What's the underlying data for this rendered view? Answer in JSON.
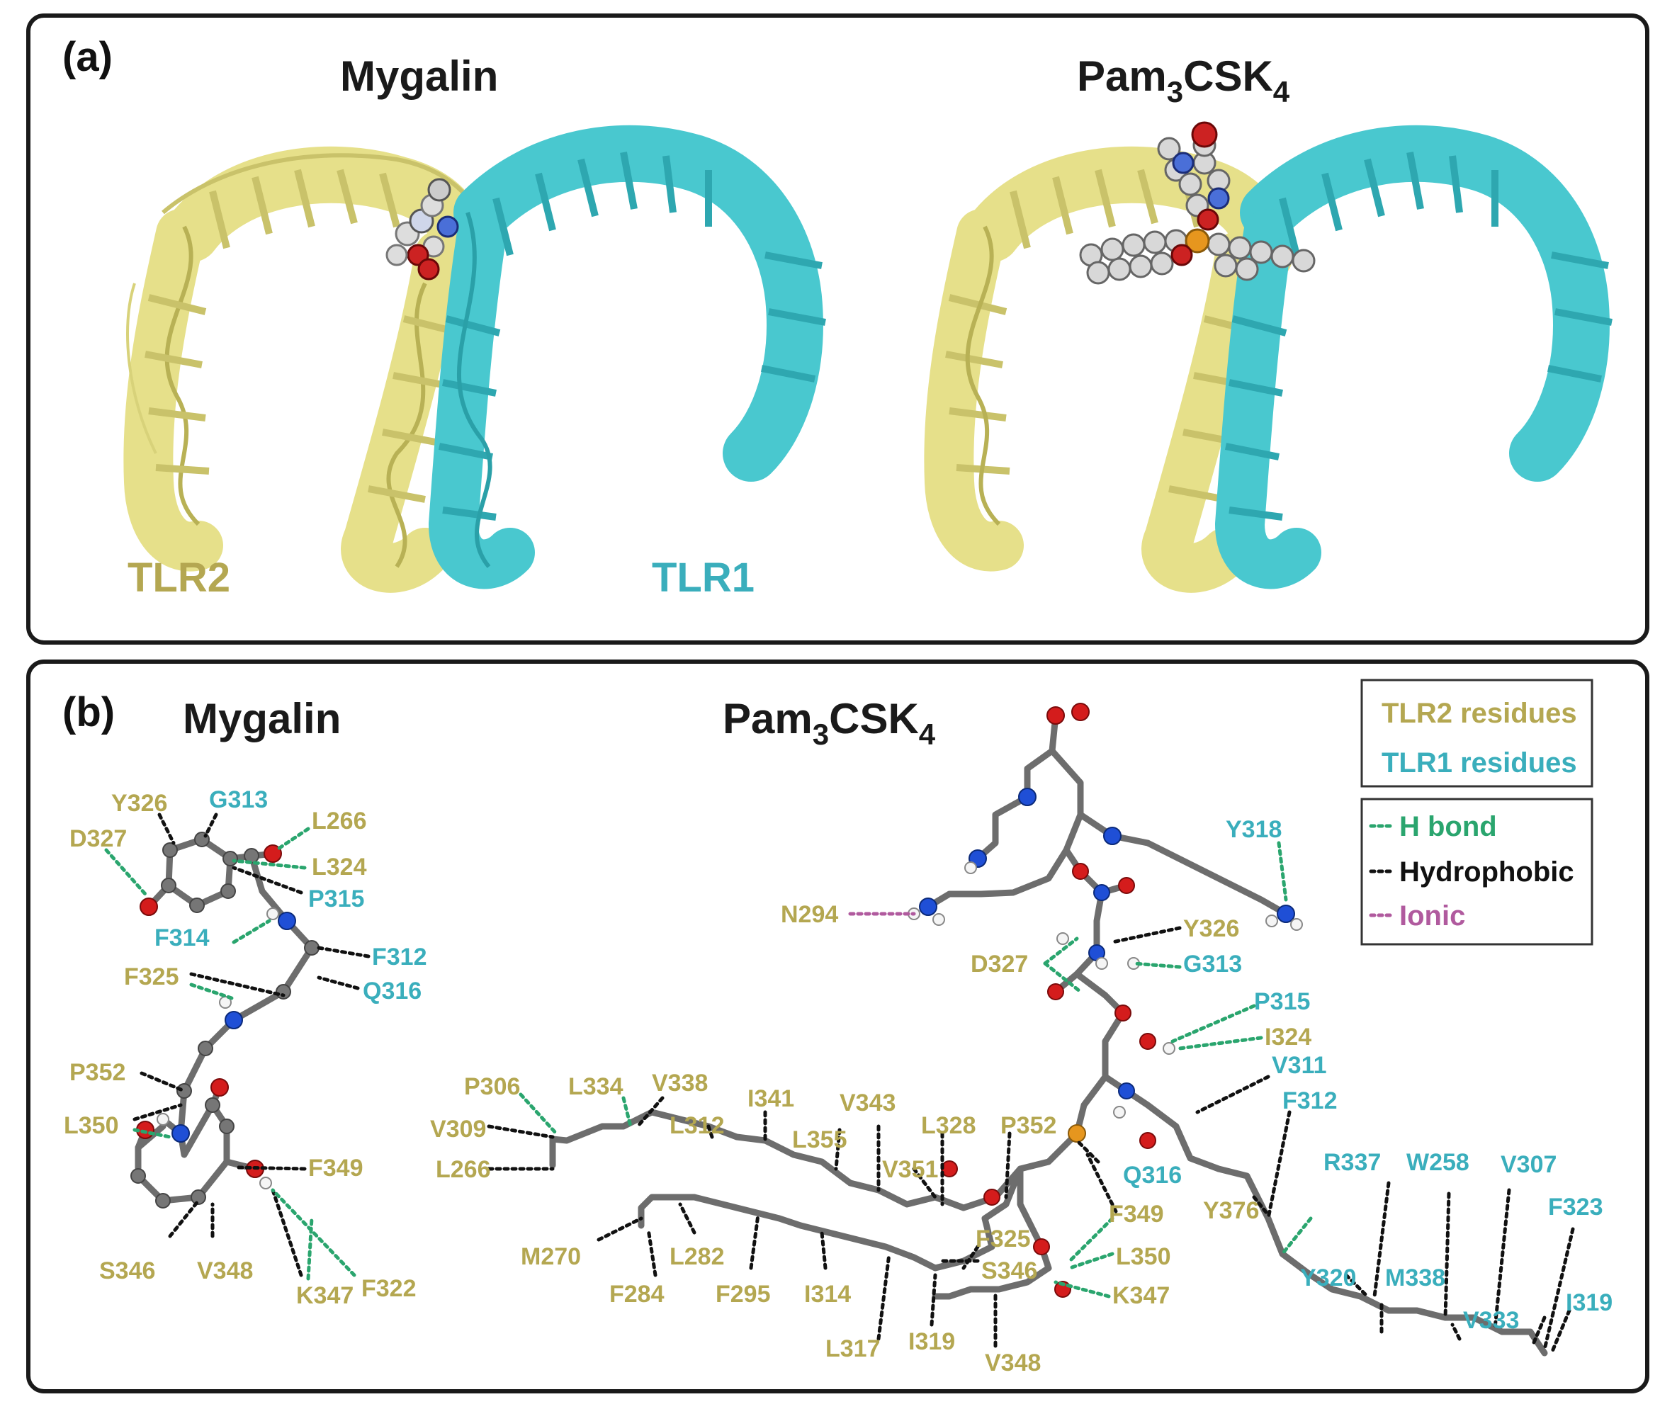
{
  "panel_a": {
    "label": "(a)",
    "left_title": "Mygalin",
    "right_title_base": "Pam",
    "right_title_sub1": "3",
    "right_title_mid": "CSK",
    "right_title_sub2": "4",
    "chain_left": "TLR2",
    "chain_right": "TLR1"
  },
  "panel_b": {
    "label": "(b)",
    "left_title": "Mygalin",
    "right_title_base": "Pam",
    "right_title_sub1": "3",
    "right_title_mid": "CSK",
    "right_title_sub2": "4",
    "legend_residues": {
      "tlr2": "TLR2 residues",
      "tlr1": "TLR1 residues"
    },
    "legend_interactions": {
      "hbond": "H bond",
      "hydrophobic": "Hydrophobic",
      "ionic": "Ionic"
    },
    "mygalin_residues": {
      "y326": "Y326",
      "g313": "G313",
      "d327": "D327",
      "l266": "L266",
      "l324": "L324",
      "p315": "P315",
      "f314": "F314",
      "f312": "F312",
      "f325": "F325",
      "q316": "Q316",
      "p352": "P352",
      "l350": "L350",
      "f349": "F349",
      "s346": "S346",
      "v348": "V348",
      "k347": "K347",
      "f322": "F322"
    },
    "pam_residues": {
      "y318": "Y318",
      "n294": "N294",
      "y326": "Y326",
      "d327": "D327",
      "g313": "G313",
      "p315": "P315",
      "i324": "I324",
      "v311": "V311",
      "f312": "F312",
      "p306": "P306",
      "l334": "L334",
      "v338": "V338",
      "i341": "I341",
      "v343": "V343",
      "l312": "L312",
      "l355": "L355",
      "l328": "L328",
      "p352": "P352",
      "v309": "V309",
      "l266": "L266",
      "v351": "V351",
      "q316": "Q316",
      "r337": "R337",
      "w258": "W258",
      "v307": "V307",
      "f323": "F323",
      "y376": "Y376",
      "f349": "F349",
      "f325": "F325",
      "l350": "L350",
      "m270": "M270",
      "l282": "L282",
      "s346": "S346",
      "k347": "K347",
      "f284": "F284",
      "f295": "F295",
      "i314": "I314",
      "y320": "Y320",
      "m338": "M338",
      "i319b": "I319",
      "v333": "V333",
      "l317": "L317",
      "i319": "I319",
      "v348": "V348"
    }
  },
  "colors": {
    "tlr2": "#b4a751",
    "tlr1": "#3aaebc",
    "ribbon_tlr2": "#e6e08a",
    "ribbon_tlr1": "#49c8cf",
    "hbond": "#2aa56e",
    "hydrophobic": "#111111",
    "ionic": "#b05a9e"
  }
}
